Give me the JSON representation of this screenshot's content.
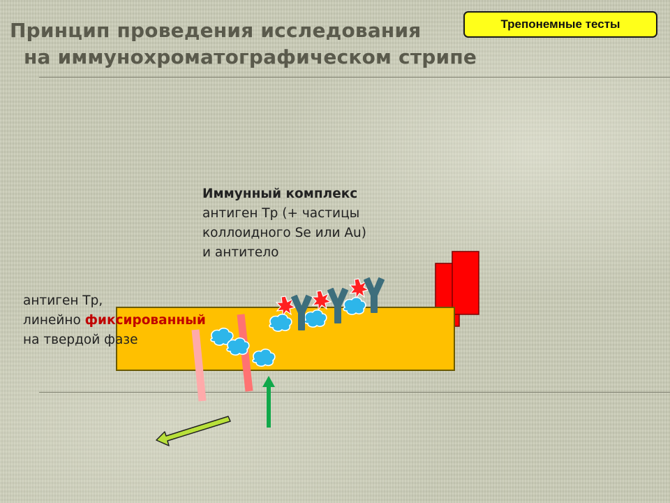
{
  "title": {
    "line1": "Принцип  проведения исследования",
    "line2": "на иммунохроматографическом стрипе"
  },
  "badge": {
    "label": "Трепонемные  тесты"
  },
  "labels": {
    "immune_complex": {
      "line1": "Иммунный комплекс",
      "line2": "антиген  Tp (+ частицы",
      "line3": "коллоидного  Se или Au)",
      "line4": "и  антитело"
    },
    "fixed_antigen": {
      "line1": "антиген  Tp,",
      "line2_prefix": "линейно ",
      "line2_highlight": "фиксированный",
      "line3": "на  твердой фазе"
    }
  },
  "colors": {
    "strip": "#ffc000",
    "pad": "#ff0000",
    "particle": "#2db6ea",
    "antibody": "#3d6e7c",
    "label_marker": "#ff2020",
    "test_line": "#ff7272",
    "control_line": "#ffaaaa",
    "flow_arrow": "#11a84a",
    "direction_arrow": "#b8e03a"
  },
  "icons": {
    "antibody": "y-antibody-icon",
    "particle": "colloid-particle-icon",
    "marker": "gold-label-burst-icon"
  }
}
